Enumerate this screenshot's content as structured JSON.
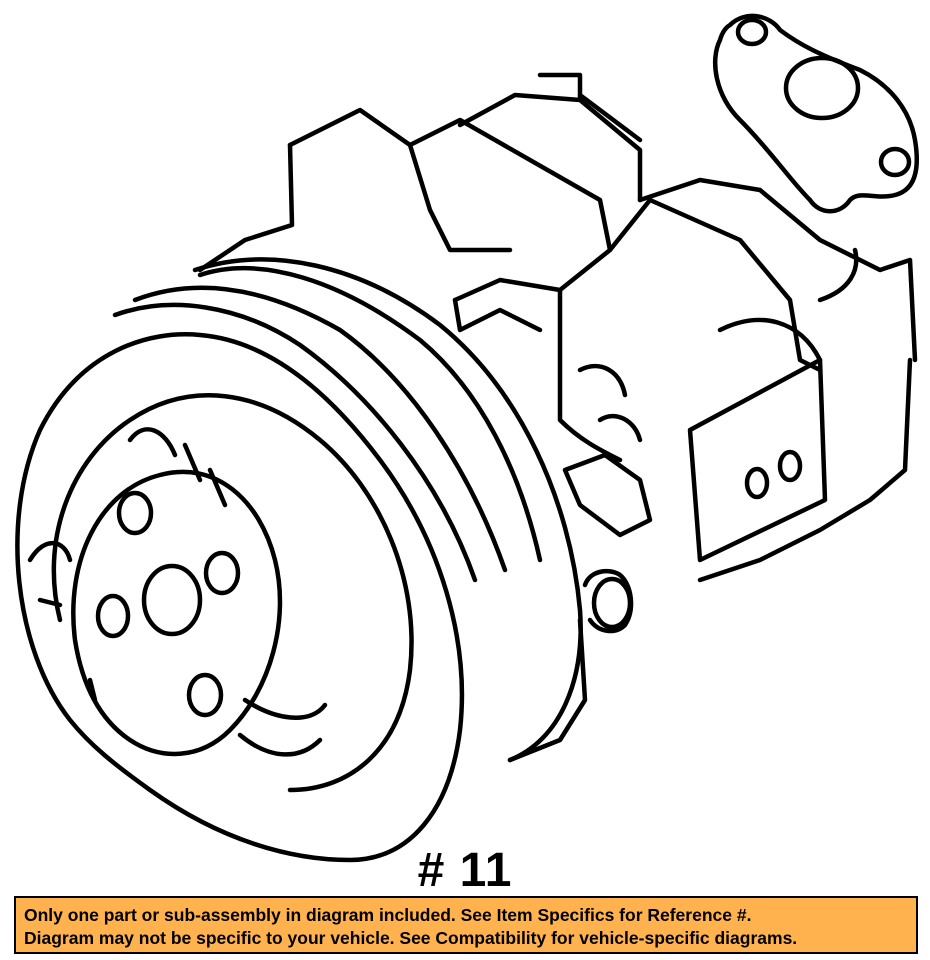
{
  "diagram": {
    "subject": "compressor-with-clutch-pulley"
  },
  "reference_number": "# 11",
  "disclaimer": {
    "line1": "Only one part or sub-assembly in diagram included. See Item Specifics for Reference #.",
    "line2": "Diagram may not be specific to your vehicle. See Compatibility for vehicle-specific diagrams.",
    "background_color": "#ffb24d"
  }
}
